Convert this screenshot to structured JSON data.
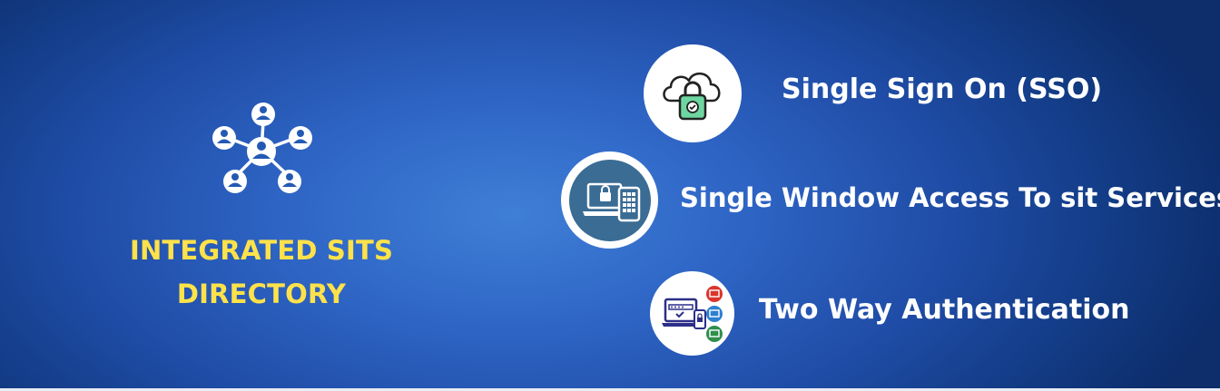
{
  "directory": {
    "title_line1": "INTEGRATED SITS",
    "title_line2": "DIRECTORY",
    "icon": "network-users-icon",
    "title_color": "#ffe24a"
  },
  "features": [
    {
      "label": "Single Sign On (SSO)",
      "icon": "cloud-lock-icon"
    },
    {
      "label": "Single Window Access To sit Services",
      "icon": "laptop-keypad-lock-icon"
    },
    {
      "label": "Two Way Authentication",
      "icon": "devices-authentication-icon"
    }
  ],
  "colors": {
    "background_center": "#3f7fd6",
    "background_edge": "#0d2d6b",
    "label": "#ffffff"
  }
}
